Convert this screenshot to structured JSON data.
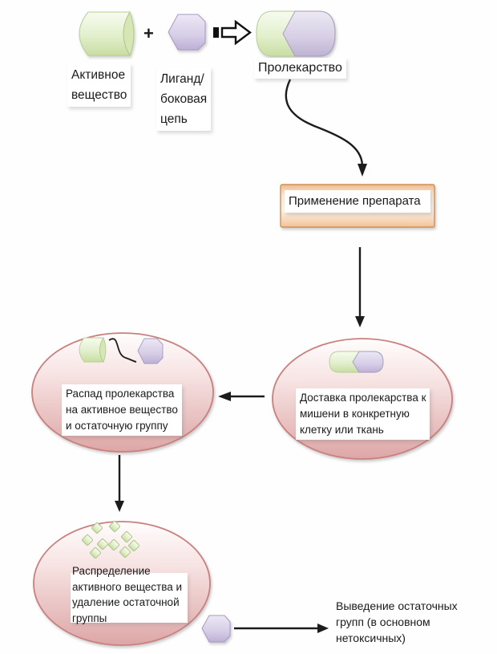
{
  "colors": {
    "green_fill": "#e2efcc",
    "green_edge": "#b9cf93",
    "purple_fill": "#d6cde7",
    "purple_edge": "#a79bc2",
    "pink_top": "#fffdfd",
    "pink_bottom": "#dda6a6",
    "pink_border": "#c9807f",
    "orange_light": "#fdf3e8",
    "orange_dark": "#efba8c",
    "orange_border": "#cf9158",
    "arrow": "#1c1c1c",
    "label_background": "#ffffff"
  },
  "icons": {
    "active_substance": "open-cylinder",
    "ligand": "hexagon",
    "prodrug": "capsule",
    "conversion": "block-arrow-right",
    "distribution_particles": "green-diamonds"
  },
  "top_row": {
    "active_substance_label": "Активное\nвещество",
    "plus": "+",
    "ligand_label": "Лиганд/\nбоковая\nцепь",
    "prodrug_label": "Пролекарство"
  },
  "steps": {
    "application": "Применение препарата",
    "delivery": "Доставка пролекарства к\nмишени в конкретную\nклетку или ткань",
    "breakdown": "Распад пролекарства\nна активное вещество\nи остаточную группу",
    "distribution": "Распределение\nактивного вещества и\nудаление остаточной\nгруппы",
    "excretion": "Выведение остаточных\nгрупп (в основном\nнетоксичных)"
  }
}
